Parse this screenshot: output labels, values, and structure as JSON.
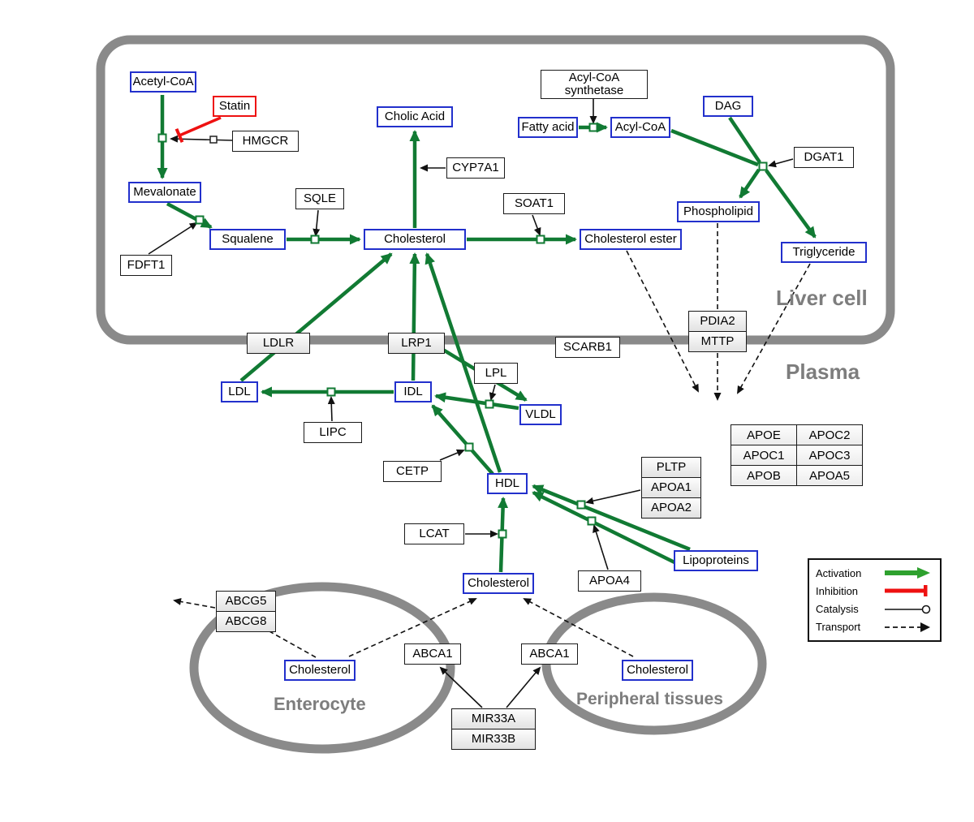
{
  "regions": {
    "liver": "Liver cell",
    "plasma": "Plasma",
    "enterocyte": "Enterocyte",
    "peripheral": "Peripheral tissues"
  },
  "metabolites": {
    "acetyl_coa": "Acetyl-CoA",
    "mevalonate": "Mevalonate",
    "squalene": "Squalene",
    "cholesterol_liver": "Cholesterol",
    "cholic_acid": "Cholic Acid",
    "fatty_acid": "Fatty acid",
    "acyl_coa": "Acyl-CoA",
    "dag": "DAG",
    "phospholipid": "Phospholipid",
    "triglyceride": "Triglyceride",
    "cholesterol_ester": "Cholesterol ester",
    "ldl": "LDL",
    "idl": "IDL",
    "vldl": "VLDL",
    "hdl": "HDL",
    "cholesterol_plasma": "Cholesterol",
    "cholesterol_enterocyte": "Cholesterol",
    "cholesterol_peripheral": "Cholesterol",
    "lipoproteins": "Lipoproteins"
  },
  "drug": {
    "statin": "Statin"
  },
  "enzymes": {
    "hmgcr": "HMGCR",
    "fdft1": "FDFT1",
    "sqle": "SQLE",
    "cyp7a1": "CYP7A1",
    "soat1": "SOAT1",
    "acs_line1": "Acyl-CoA",
    "acs_line2": "synthetase",
    "dgat1": "DGAT1",
    "pdia2": "PDIA2",
    "mttp": "MTTP",
    "ldlr": "LDLR",
    "lrp1": "LRP1",
    "scarb1": "SCARB1",
    "lpl": "LPL",
    "lipc": "LIPC",
    "cetp": "CETP",
    "lcat": "LCAT",
    "pltp": "PLTP",
    "apoa1": "APOA1",
    "apoa2": "APOA2",
    "apoa4": "APOA4",
    "abcg5": "ABCG5",
    "abcg8": "ABCG8",
    "abca1_left": "ABCA1",
    "abca1_right": "ABCA1",
    "mir33a": "MIR33A",
    "mir33b": "MIR33B"
  },
  "apo_table": {
    "r1c1": "APOE",
    "r1c2": "APOC2",
    "r2c1": "APOC1",
    "r2c2": "APOC3",
    "r3c1": "APOB",
    "r3c2": "APOA5"
  },
  "legend": {
    "activation": "Activation",
    "inhibition": "Inhibition",
    "catalysis": "Catalysis",
    "transport": "Transport"
  },
  "colors": {
    "activation_green": "#117a33",
    "legend_green": "#2ea12e",
    "inhibition_red": "#ee1111",
    "metabolite_border_blue": "#2230cc",
    "membrane_gray": "#8a8a8a",
    "line_black": "#111111"
  }
}
